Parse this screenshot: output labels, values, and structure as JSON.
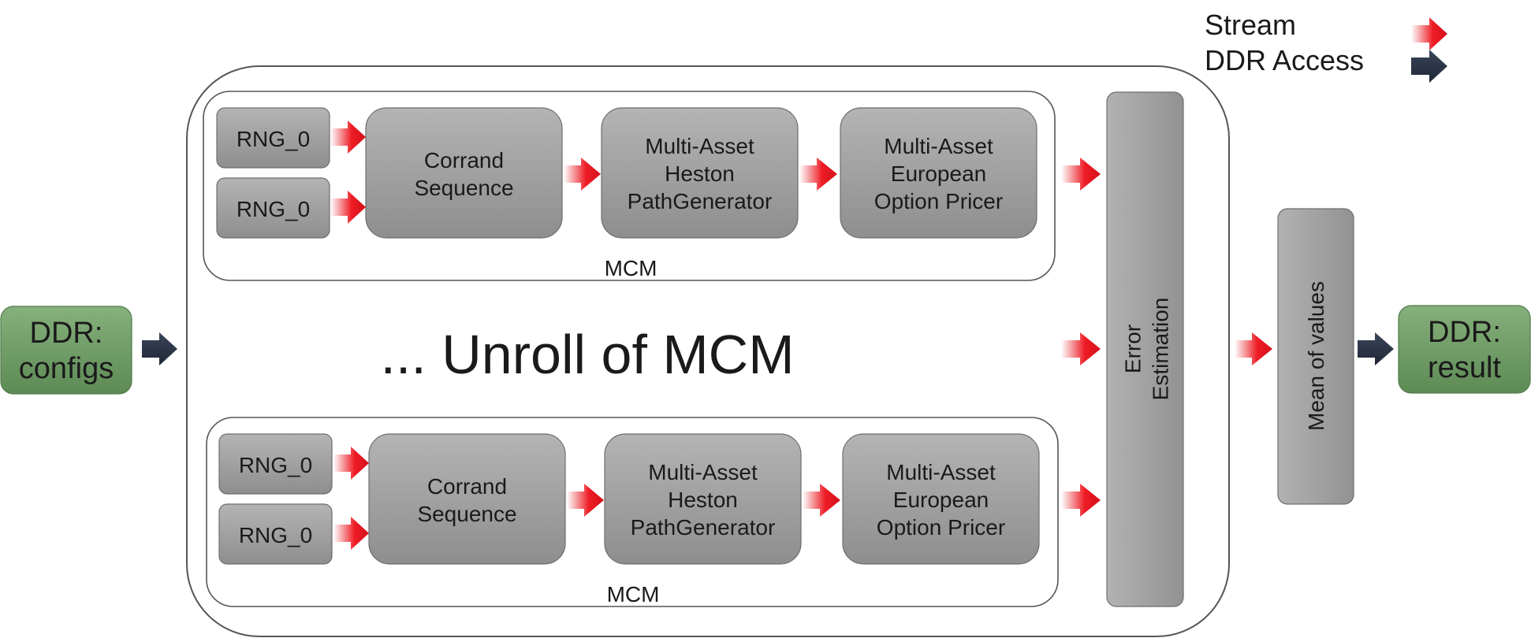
{
  "legend": {
    "stream_label": "Stream",
    "ddr_label": "DDR Access"
  },
  "colors": {
    "stream_arrow": "#ee1c25",
    "ddr_arrow": "#2b3447",
    "ddr_box": "#6e9b65",
    "block_grey": "#a2a2a2"
  },
  "io": {
    "input_line1": "DDR:",
    "input_line2": "configs",
    "output_line1": "DDR:",
    "output_line2": "result"
  },
  "mcm_top": {
    "rng_a": "RNG_0",
    "rng_b": "RNG_0",
    "corrand": [
      "Corrand",
      "Sequence"
    ],
    "path_gen": [
      "Multi-Asset",
      "Heston",
      "PathGenerator"
    ],
    "pricer": [
      "Multi-Asset",
      "European",
      "Option Pricer"
    ],
    "label": "MCM"
  },
  "mcm_bottom": {
    "rng_a": "RNG_0",
    "rng_b": "RNG_0",
    "corrand": [
      "Corrand",
      "Sequence"
    ],
    "path_gen": [
      "Multi-Asset",
      "Heston",
      "PathGenerator"
    ],
    "pricer": [
      "Multi-Asset",
      "European",
      "Option Pricer"
    ],
    "label": "MCM"
  },
  "unroll_text": "... Unroll of MCM",
  "error_estimation": [
    "Error",
    "Estimation"
  ],
  "mean_of_values": "Mean of values"
}
